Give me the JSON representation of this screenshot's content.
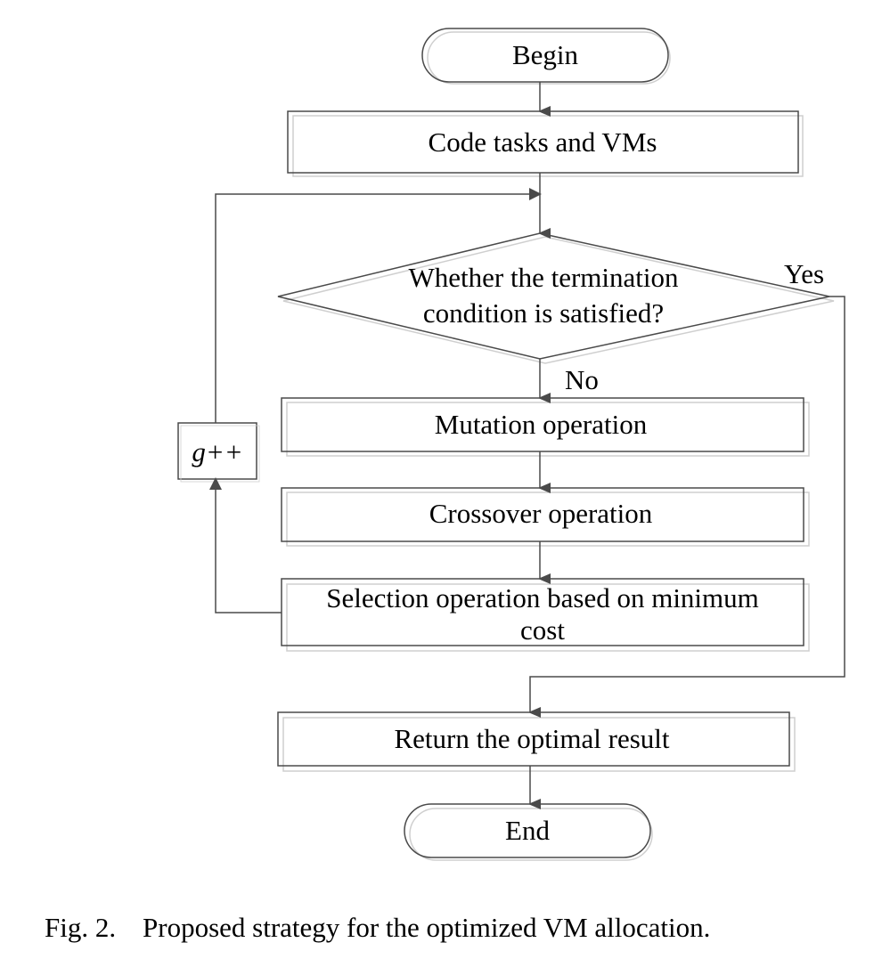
{
  "nodes": {
    "begin": "Begin",
    "code": "Code tasks and VMs",
    "decision_line1": "Whether the termination",
    "decision_line2": "condition  is satisfied?",
    "mutation": "Mutation operation",
    "crossover": "Crossover operation",
    "selection_line1": "Selection operation based on minimum",
    "selection_line2": "cost",
    "return": "Return the optimal result",
    "end": "End",
    "increment": "g++"
  },
  "edge_labels": {
    "yes": "Yes",
    "no": "No"
  },
  "caption": {
    "fig_number": "Fig. 2.",
    "text": "Proposed strategy for the optimized VM allocation."
  },
  "colors": {
    "stroke": "#4a4a4a",
    "shadow": "#cfcfcf",
    "text": "#000000"
  }
}
